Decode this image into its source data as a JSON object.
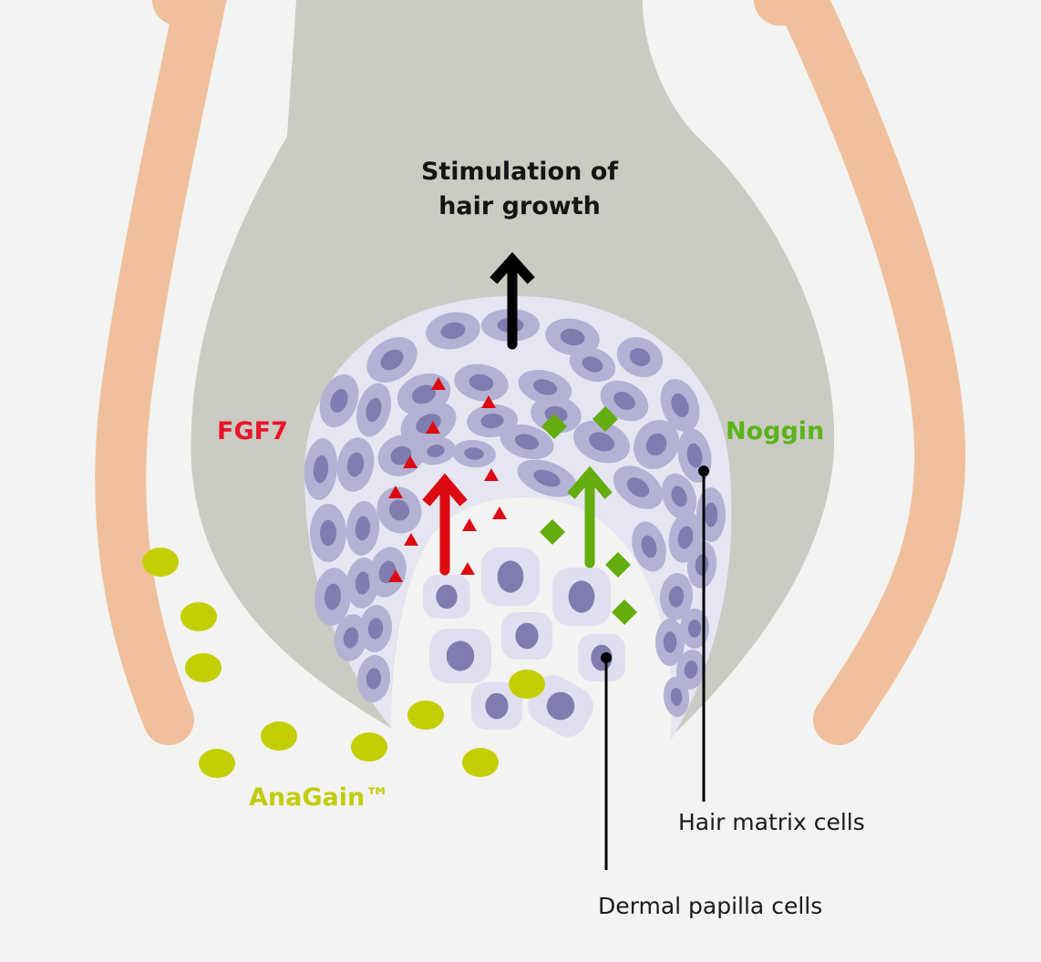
{
  "diagram": {
    "title": "Stimulation of hair growth",
    "title_lines": [
      "Stimulation of",
      "hair growth"
    ],
    "labels": {
      "fgf7": "FGF7",
      "noggin": "Noggin",
      "anagain": "AnaGain™",
      "hair_matrix_cells": "Hair matrix cells",
      "dermal_papilla_cells": "Dermal papilla cells"
    },
    "colors": {
      "background": "#f3f3f2",
      "follicle_sheath": "#f0c09c",
      "hair_shaft": "#cbcbc4",
      "matrix_bulb": "#e6e5f2",
      "matrix_cell": "#b3b1d4",
      "nucleus": "#7f7db0",
      "papilla_cell": "#e0dff0",
      "fgf7": "#dd0a12",
      "noggin": "#63ad0f",
      "anagain": "#c4cf03",
      "growth_arrow": "#000000"
    },
    "legend": [
      {
        "marker": "red-triangle",
        "meaning": "FGF7"
      },
      {
        "marker": "green-diamond",
        "meaning": "Noggin"
      },
      {
        "marker": "yellow-ellipse",
        "meaning": "AnaGain™"
      }
    ]
  }
}
